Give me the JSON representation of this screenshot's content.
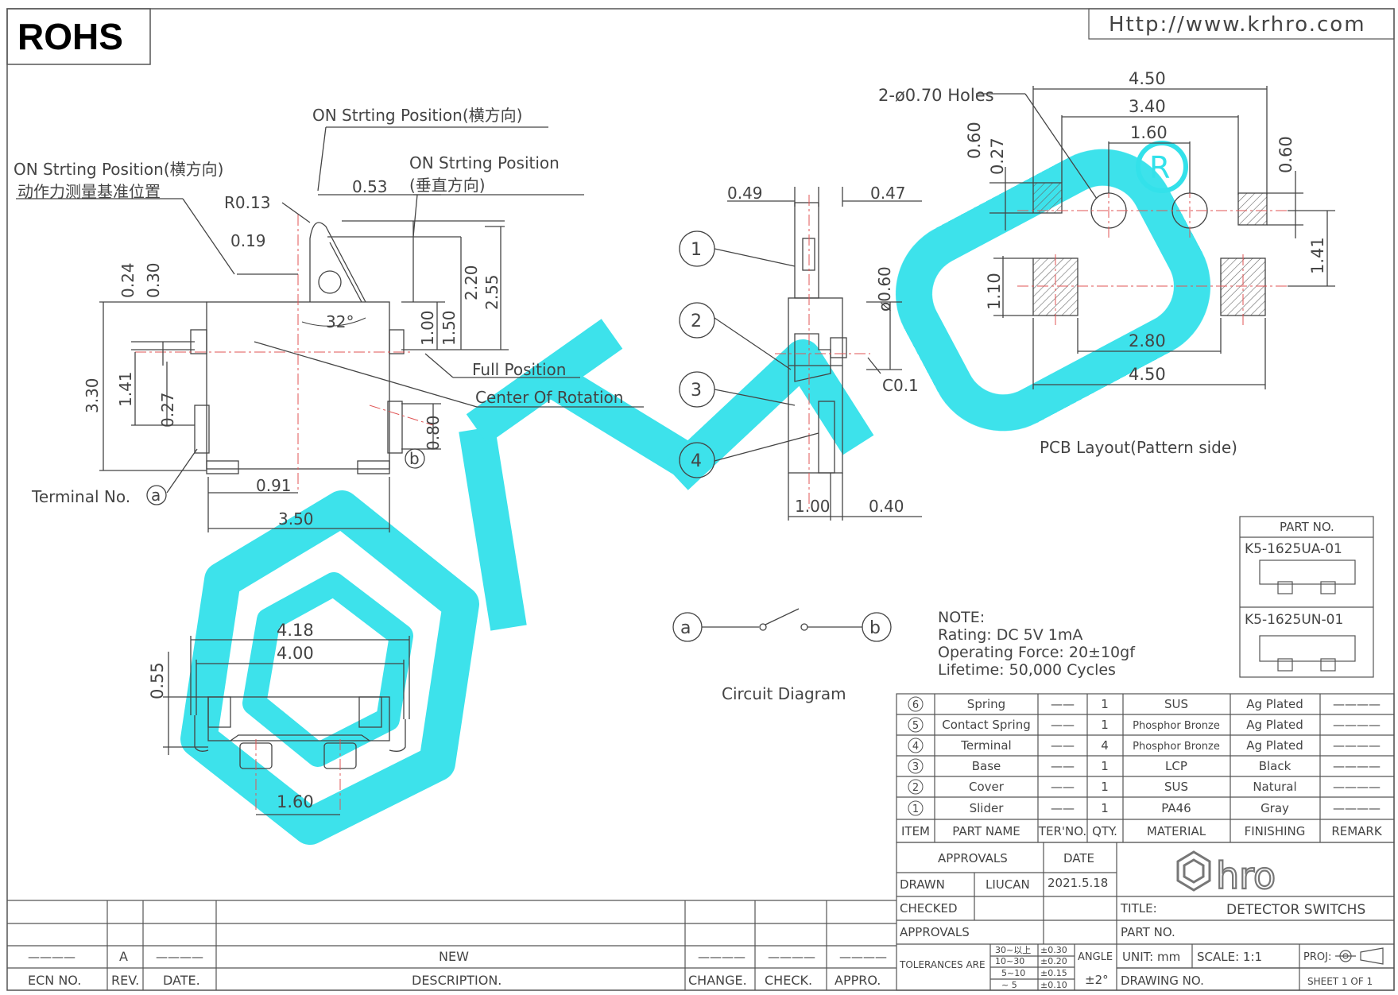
{
  "header": {
    "rohs": "ROHS",
    "url": "Http://www.krhro.com"
  },
  "side_view": {
    "on_starting_position": "ON Strting Position(横方向)",
    "on_starting_position_left": "ON Strting Position(横方向)",
    "measure_reference": "动作力测量基准位置",
    "on_starting_position_vertical": "ON Strting Position",
    "vertical_cn": "(垂直方向)",
    "r013": "R0.13",
    "d053": "0.53",
    "d019": "0.19",
    "d024": "0.24",
    "d030": "0.30",
    "angle": "32°",
    "d100": "1.00",
    "d150": "1.50",
    "d220": "2.20",
    "d255": "2.55",
    "full_position": "Full Position",
    "center_of_rotation": "Center Of Rotation",
    "d330": "3.30",
    "d141": "1.41",
    "d027": "0.27",
    "d080": "0.80",
    "terminal_b": "b",
    "terminal_no": "Terminal No.",
    "terminal_a": "a",
    "d091": "0.91",
    "d350": "3.50"
  },
  "front_view": {
    "d049": "0.49",
    "d047": "0.47",
    "d060": "ø0.60",
    "c01": "C0.1",
    "d100": "1.00",
    "d040": "0.40",
    "balloons": [
      "1",
      "2",
      "3",
      "4"
    ]
  },
  "pcb_layout": {
    "holes": "2-ø0.70 Holes",
    "d450_top": "4.50",
    "d340": "3.40",
    "d160": "1.60",
    "d060_left": "0.60",
    "d027": "0.27",
    "d060_right": "0.60",
    "d141": "1.41",
    "d110": "1.10",
    "d280": "2.80",
    "d450_bottom": "4.50",
    "caption": "PCB Layout(Pattern side)"
  },
  "bottom_view": {
    "d418": "4.18",
    "d400": "4.00",
    "d055": "0.55",
    "d160": "1.60"
  },
  "circuit": {
    "a": "a",
    "b": "b",
    "caption": "Circuit Diagram"
  },
  "notes": {
    "title": "NOTE:",
    "rating": "Rating:  DC 5V 1mA",
    "force": "Operating Force:  20±10gf",
    "lifetime": "Lifetime:    50,000 Cycles"
  },
  "part_no": {
    "header": "PART NO.",
    "parts": [
      "K5-1625UA-01",
      "K5-1625UN-01"
    ]
  },
  "bom": {
    "headers": [
      "ITEM",
      "PART NAME",
      "TER'NO.",
      "QTY.",
      "MATERIAL",
      "FINISHING",
      "REMARK"
    ],
    "rows": [
      {
        "item": "6",
        "name": "Spring",
        "ter": "——",
        "qty": "1",
        "material": "SUS",
        "finishing": "Ag Plated",
        "remark": "————"
      },
      {
        "item": "5",
        "name": "Contact Spring",
        "ter": "——",
        "qty": "1",
        "material": "Phosphor Bronze",
        "finishing": "Ag Plated",
        "remark": "————"
      },
      {
        "item": "4",
        "name": "Terminal",
        "ter": "——",
        "qty": "4",
        "material": "Phosphor Bronze",
        "finishing": "Ag Plated",
        "remark": "————"
      },
      {
        "item": "3",
        "name": "Base",
        "ter": "——",
        "qty": "1",
        "material": "LCP",
        "finishing": "Black",
        "remark": "————"
      },
      {
        "item": "2",
        "name": "Cover",
        "ter": "——",
        "qty": "1",
        "material": "SUS",
        "finishing": "Natural",
        "remark": "————"
      },
      {
        "item": "1",
        "name": "Slider",
        "ter": "——",
        "qty": "1",
        "material": "PA46",
        "finishing": "Gray",
        "remark": "————"
      }
    ]
  },
  "title_block": {
    "approvals_header": "APPROVALS",
    "date_header": "DATE",
    "drawn": "DRAWN",
    "drawn_by": "LIUCAN",
    "drawn_date": "2021.5.18",
    "checked": "CHECKED",
    "approvals": "APPROVALS",
    "title_label": "TITLE:",
    "title_value": "DETECTOR SWITCHS",
    "part_no_label": "PART NO.",
    "tolerances": "TOLERANCES ARE",
    "tol_ranges": [
      "30~以上",
      "10~30",
      "5~10",
      "~ 5"
    ],
    "tol_values": [
      "±0.30",
      "±0.20",
      "±0.15",
      "±0.10"
    ],
    "angle_label": "ANGLE",
    "angle_value": "±2°",
    "unit": "UNIT:  mm",
    "scale": "SCALE:  1:1",
    "proj": "PROJ:",
    "drawing_no": "DRAWING NO.",
    "sheet": "SHEET  1 OF 1",
    "logo_text": "hro"
  },
  "revision": {
    "ecn_no": "ECN NO.",
    "rev": "REV.",
    "date": "DATE.",
    "description": "DESCRIPTION.",
    "change": "CHANGE.",
    "check": "CHECK.",
    "appro": "APPRO.",
    "rev_value": "A",
    "desc_value": "NEW",
    "dash": "————"
  },
  "watermark": {
    "text": "hro",
    "mark": "R"
  }
}
